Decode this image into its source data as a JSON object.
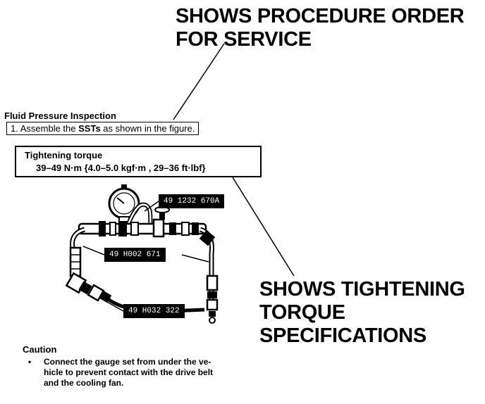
{
  "callouts": {
    "procedure_order": [
      "SHOWS PROCEDURE ORDER",
      "FOR SERVICE"
    ],
    "tightening_torque": [
      "SHOWS TIGHTENING",
      "TORQUE",
      "SPECIFICATIONS"
    ]
  },
  "section_title": "Fluid Pressure Inspection",
  "step": {
    "prefix": "1. Assemble the ",
    "emphasis": "SSTs",
    "suffix": " as shown in the figure."
  },
  "torque": {
    "label": "Tightening torque",
    "value": "39–49 N·m {4.0–5.0 kgf·m , 29–36 ft·lbf}"
  },
  "tool_tags": [
    "49 1232 670A",
    "49 H002 671",
    "49 H032 322"
  ],
  "caution": {
    "title": "Caution",
    "bullet": "•",
    "lines": [
      "Connect the gauge set from under the ve-",
      "hicle to prevent contact with the drive belt",
      "and the cooling fan."
    ]
  },
  "colors": {
    "ink": "#000000",
    "paper": "#ffffff"
  }
}
